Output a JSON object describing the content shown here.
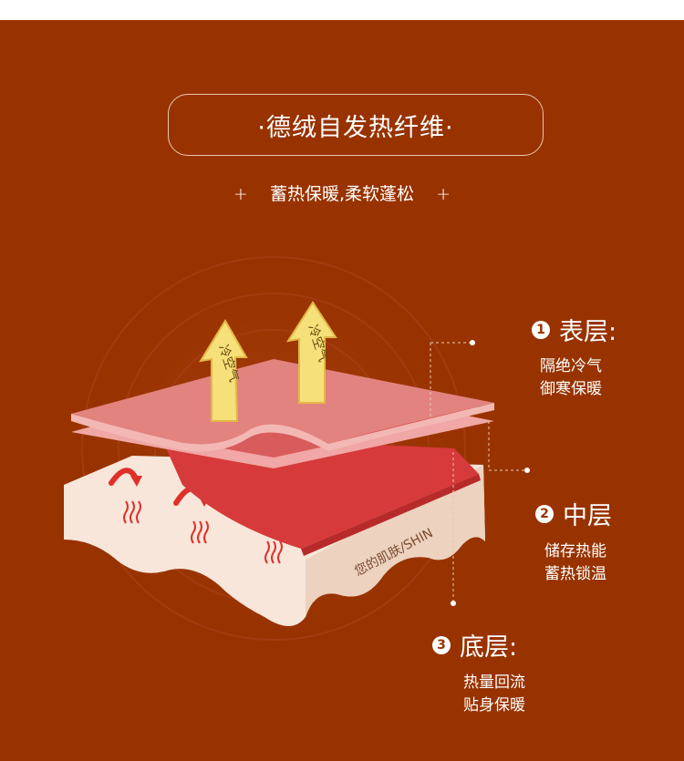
{
  "header": {
    "title": "·德绒自发热纤维·",
    "subtitle": "蓄热保暖,柔软蓬松",
    "plus_left": "+",
    "plus_right": "+"
  },
  "diagram": {
    "arrow_left_label": "冷空气",
    "arrow_right_label": "冷空气",
    "skin_label": "您的肌肤/SHIN"
  },
  "layers": [
    {
      "number": "1",
      "title": "表层:",
      "desc_line1": "隔绝冷气",
      "desc_line2": "御寒保暖"
    },
    {
      "number": "2",
      "title": "中层",
      "desc_line1": "储存热能",
      "desc_line2": "蓄热锁温"
    },
    {
      "number": "3",
      "title": "底层:",
      "desc_line1": "热量回流",
      "desc_line2": "贴身保暖"
    }
  ],
  "colors": {
    "background": "#983300",
    "top_layer": "#e28380",
    "middle_layer": "#d63a3a",
    "bottom_layer": "#f8e6da",
    "arrow_fill": "#f5e07a"
  }
}
